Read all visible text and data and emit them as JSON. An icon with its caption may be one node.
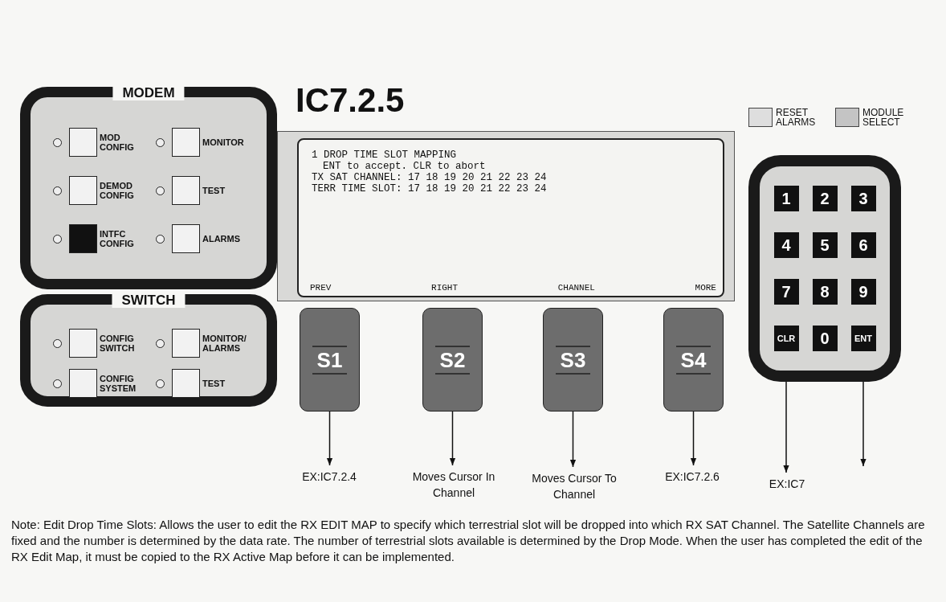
{
  "diagram": {
    "title": "IC7.2.5",
    "nodes": [
      {
        "text": [
          "MODEM"
        ]
      },
      {
        "text": [
          "MOD CONFIG"
        ],
        "in": 0
      },
      {
        "text": [
          "MONITOR"
        ],
        "in": 0
      },
      {
        "text": [
          "DEMOD CONFIG"
        ],
        "in": 0
      },
      {
        "text": [
          "TEST"
        ],
        "in": 0
      },
      {
        "text": [
          "INTFC CONFIG"
        ],
        "in": 0
      },
      {
        "text": [
          "ALARMS"
        ],
        "in": 0
      },
      {
        "text": [
          "SWITCH"
        ]
      },
      {
        "text": [
          "CONFIG SWITCH"
        ],
        "in": 7
      },
      {
        "text": [
          "MONITOR/ ALARMS"
        ],
        "in": 7
      },
      {
        "text": [
          "CONFIG SYSTEM"
        ],
        "in": 7
      },
      {
        "text": [
          "TEST"
        ],
        "in": 7
      },
      {
        "text": [
          "1 DROP TIME SLOT MAPPING",
          "ENT to accept. CLR to abort",
          "TX SAT CHANNEL: 17 18 19 20 21 22 23 24",
          "TERR TIME SLOT: 17 18 19 20 21 22 23 24",
          "PREV",
          "RIGHT",
          "CHANNEL",
          "MORE"
        ]
      },
      {
        "text": [
          "S1"
        ]
      },
      {
        "text": [
          "S2"
        ]
      },
      {
        "text": [
          "S3"
        ]
      },
      {
        "text": [
          "S4"
        ]
      },
      {
        "text": [],
        "shape": "box"
      },
      {
        "text": [
          "1"
        ],
        "in": 17
      },
      {
        "text": [
          "2"
        ],
        "in": 17
      },
      {
        "text": [
          "3"
        ],
        "in": 17
      },
      {
        "text": [
          "4"
        ],
        "in": 17
      },
      {
        "text": [
          "5"
        ],
        "in": 17
      },
      {
        "text": [
          "6"
        ],
        "in": 17
      },
      {
        "text": [
          "7"
        ],
        "in": 17
      },
      {
        "text": [
          "8"
        ],
        "in": 17
      },
      {
        "text": [
          "9"
        ],
        "in": 17
      },
      {
        "text": [
          "CLR"
        ],
        "in": 17
      },
      {
        "text": [
          "0"
        ],
        "in": 17
      },
      {
        "text": [
          "ENT"
        ],
        "in": 17
      },
      {
        "text": [
          "EX:IC7.2.4"
        ]
      },
      {
        "text": [
          "Moves Cursor In Channel"
        ]
      },
      {
        "text": [
          "Moves Cursor To Channel"
        ]
      },
      {
        "text": [
          "EX:IC7.2.6"
        ]
      },
      {
        "text": [
          "EX:IC7"
        ]
      }
    ],
    "edges": [
      {
        "from": 13,
        "to": 30,
        "arrow": "to"
      },
      {
        "from": 14,
        "to": 31,
        "arrow": "to"
      },
      {
        "from": 15,
        "to": 32,
        "arrow": "to"
      },
      {
        "from": 16,
        "to": 33,
        "arrow": "to"
      },
      {
        "from": 27,
        "to": 34,
        "arrow": "to"
      },
      {
        "from": 29,
        "to": null,
        "arrow": "to"
      }
    ],
    "labels": [
      "Note: Edit Drop Time Slots:  Allows the user to edit the RX EDIT MAP to specify which terrestrial slot will be dropped into which RX SAT Channel. The Satellite Channels are fixed and the number is determined by the data rate. The number of terrestrial slots available is determined by the Drop Mode.  When the user has completed the edit of the RX Edit Map, it must be copied to the RX Active Map before it can be implemented."
    ],
    "legend": [
      {
        "text": "RESET ALARMS",
        "color": "#dedede"
      },
      {
        "text": "MODULE SELECT",
        "color": "#c4c4c4"
      }
    ]
  }
}
